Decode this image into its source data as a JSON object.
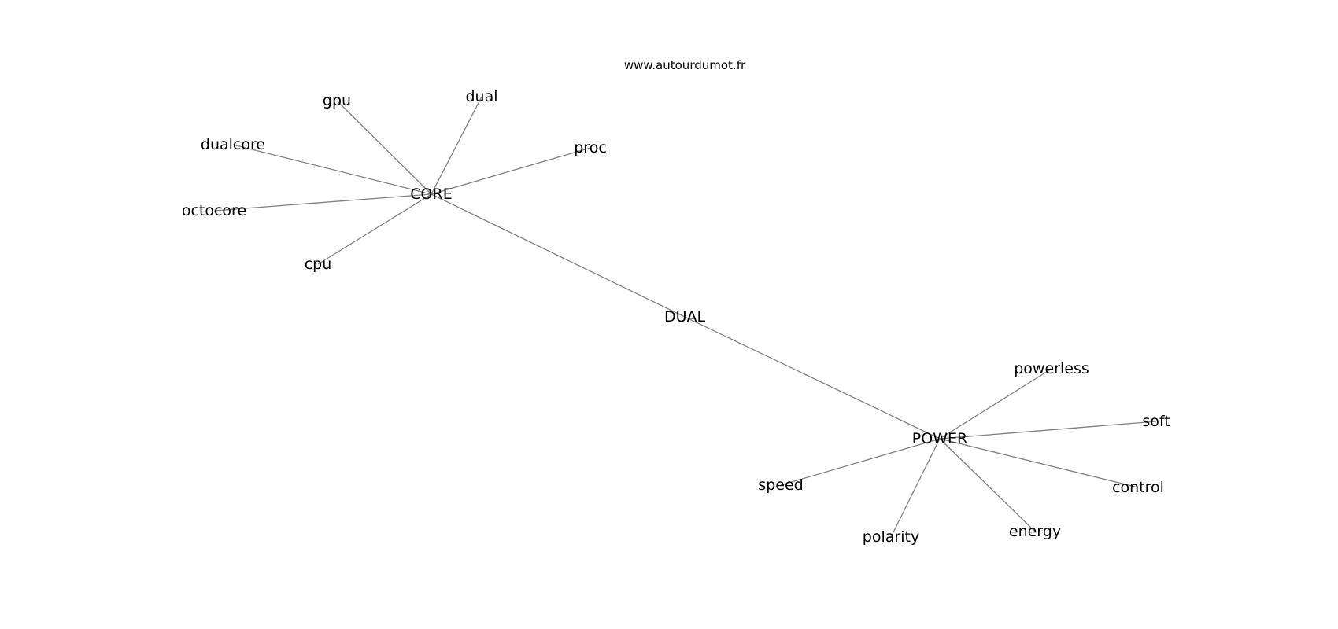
{
  "watermark": "www.autourdumot.fr",
  "colors": {
    "edge": "#808080",
    "text": "#000000",
    "background": "#ffffff"
  },
  "nodes": [
    {
      "id": "dual_center",
      "label": "DUAL"
    },
    {
      "id": "core",
      "label": "CORE"
    },
    {
      "id": "power",
      "label": "POWER"
    },
    {
      "id": "gpu",
      "label": "gpu"
    },
    {
      "id": "dual",
      "label": "dual"
    },
    {
      "id": "dualcore",
      "label": "dualcore"
    },
    {
      "id": "proc",
      "label": "proc"
    },
    {
      "id": "octocore",
      "label": "octocore"
    },
    {
      "id": "cpu",
      "label": "cpu"
    },
    {
      "id": "powerless",
      "label": "powerless"
    },
    {
      "id": "soft",
      "label": "soft"
    },
    {
      "id": "speed",
      "label": "speed"
    },
    {
      "id": "control",
      "label": "control"
    },
    {
      "id": "polarity",
      "label": "polarity"
    },
    {
      "id": "energy",
      "label": "energy"
    }
  ],
  "edges": [
    [
      "dual_center",
      "core"
    ],
    [
      "dual_center",
      "power"
    ],
    [
      "core",
      "gpu"
    ],
    [
      "core",
      "dual"
    ],
    [
      "core",
      "dualcore"
    ],
    [
      "core",
      "proc"
    ],
    [
      "core",
      "octocore"
    ],
    [
      "core",
      "cpu"
    ],
    [
      "power",
      "powerless"
    ],
    [
      "power",
      "soft"
    ],
    [
      "power",
      "speed"
    ],
    [
      "power",
      "control"
    ],
    [
      "power",
      "polarity"
    ],
    [
      "power",
      "energy"
    ]
  ]
}
